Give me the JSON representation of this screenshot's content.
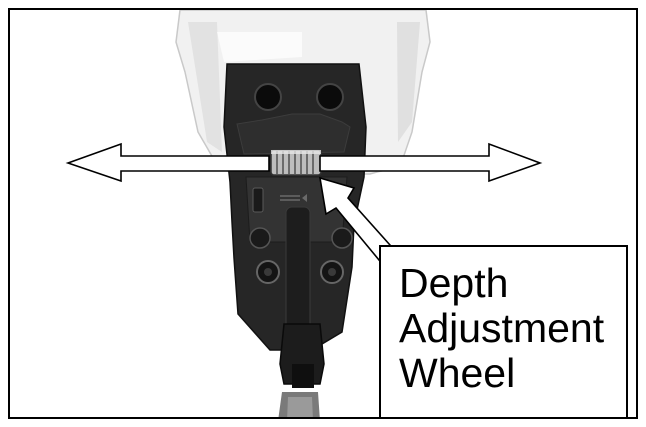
{
  "callout": {
    "lines": [
      "Depth",
      "Adjustment",
      "Wheel"
    ]
  },
  "arrow_style": {
    "fill": "#ffffff",
    "stroke": "#000000"
  }
}
